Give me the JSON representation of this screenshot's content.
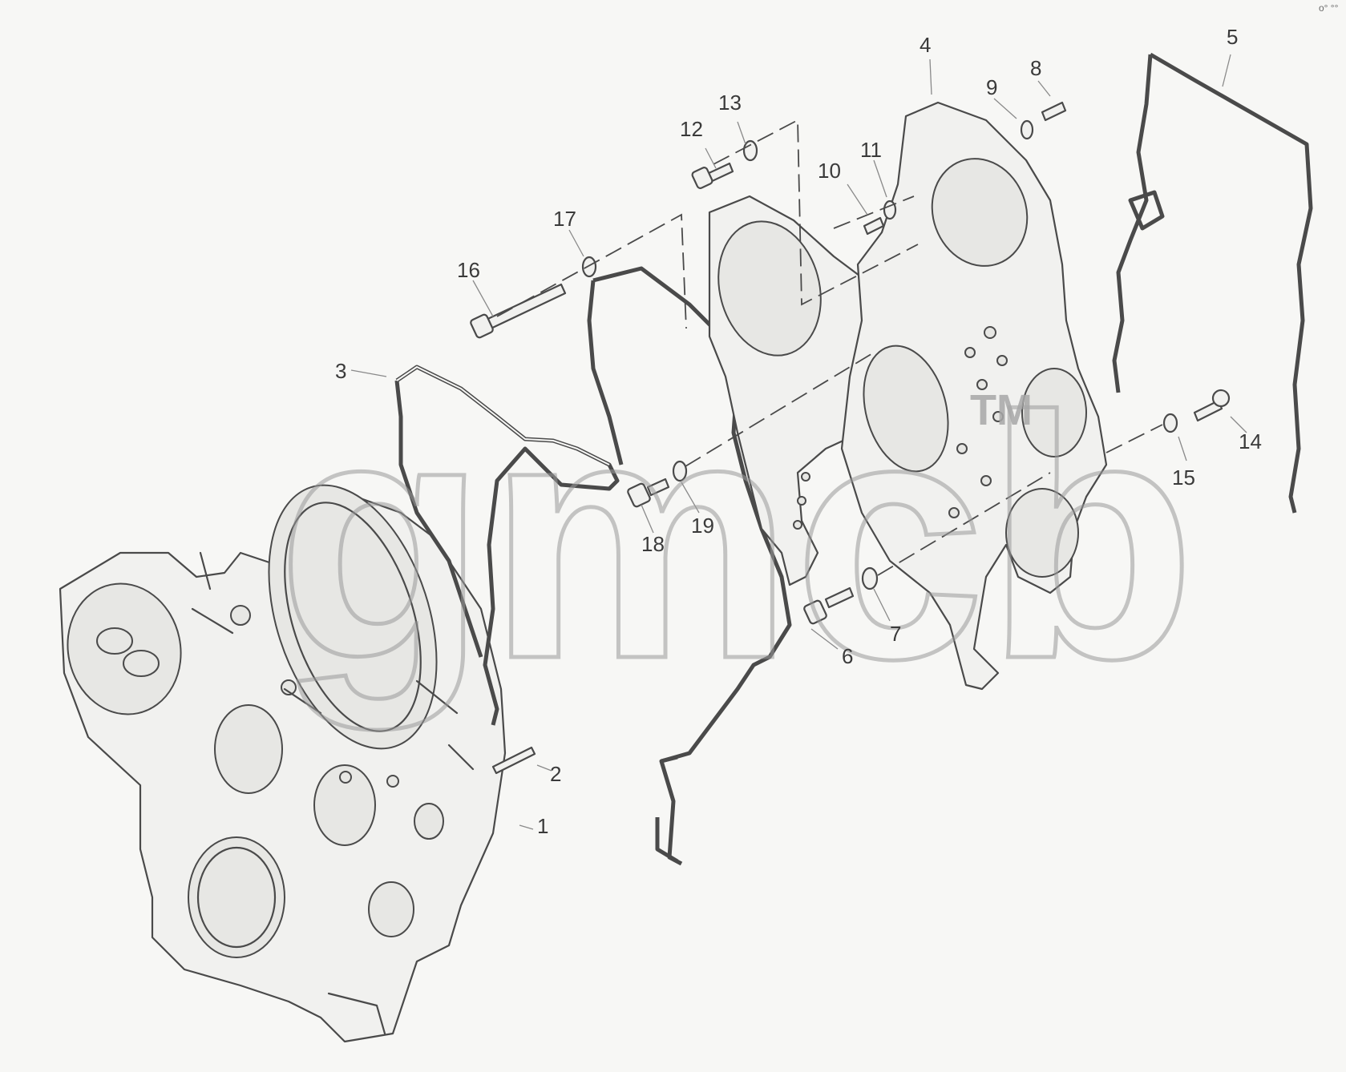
{
  "diagram": {
    "callouts": [
      "1",
      "2",
      "3",
      "4",
      "5",
      "6",
      "7",
      "8",
      "9",
      "10",
      "11",
      "12",
      "13",
      "14",
      "15",
      "16",
      "17",
      "18",
      "19"
    ],
    "watermark": {
      "text": "gmcb",
      "trademark": "TM"
    },
    "corner_marker": "o° °°"
  }
}
